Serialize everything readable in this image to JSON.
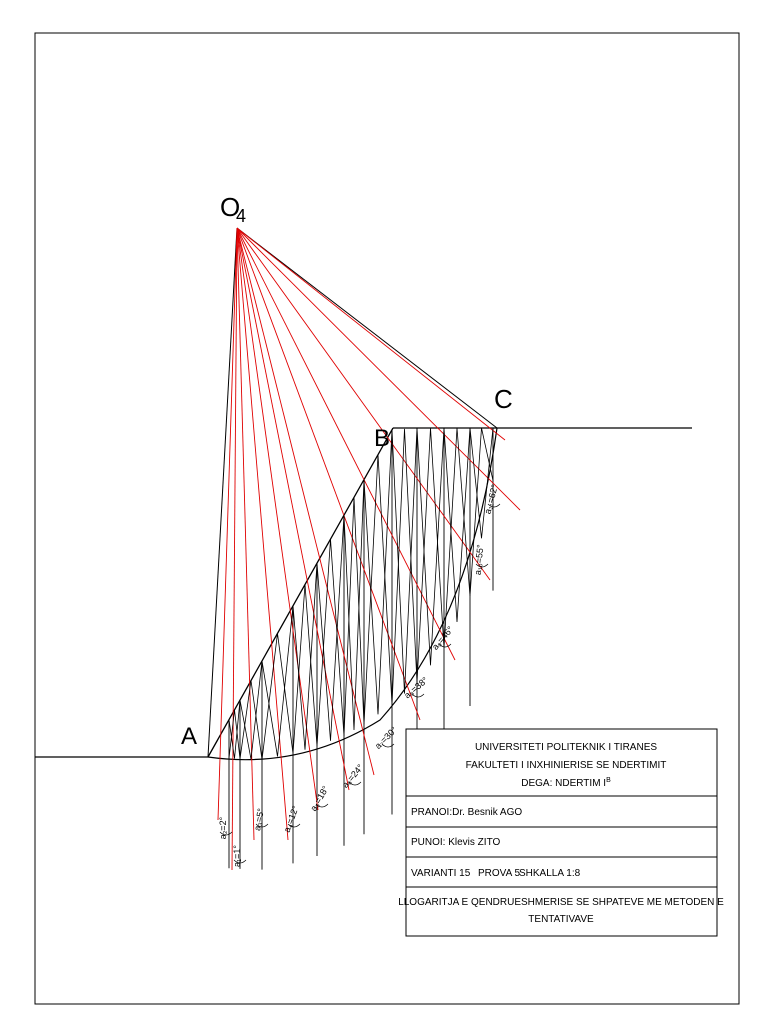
{
  "points": {
    "o_main": "O",
    "o_sub": "4",
    "a": "A",
    "b": "B",
    "c": "C"
  },
  "angles": [
    {
      "label": "a₂=2°"
    },
    {
      "label": "a₁=1°"
    },
    {
      "label": "a₃=5°"
    },
    {
      "label": "a₄=12°"
    },
    {
      "label": "a₅=18°"
    },
    {
      "label": "a₆=24°"
    },
    {
      "label": "a₇=30°"
    },
    {
      "label": "a₈=38°"
    },
    {
      "label": "a₉=46°"
    },
    {
      "label": "a₁₀=55°"
    },
    {
      "label": "a₁₁=62°"
    }
  ],
  "title_block": {
    "university": "UNIVERSITETI POLITEKNIK I TIRANES",
    "faculty": "FAKULTETI I INXHINIERISE SE NDERTIMIT",
    "dept": "DEGA: NDERTIM I",
    "dept_sup": "B",
    "pranoi": "PRANOI:Dr. Besnik AGO",
    "punoi": "PUNOI: Klevis ZITO",
    "varianti": "VARIANTI 15",
    "prova": "PROVA 5",
    "shkalla": "SHKALLA 1:8",
    "title_line1": "LLOGARITJA E QENDRUESHMERISE SE SHPATEVE ME METODEN E",
    "title_line2": "TENTATIVAVE"
  }
}
